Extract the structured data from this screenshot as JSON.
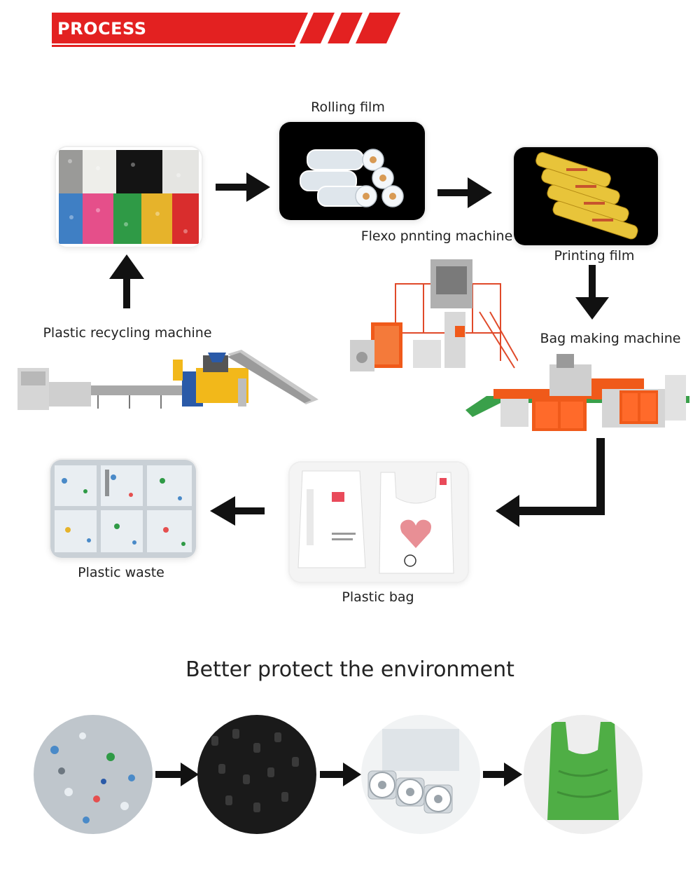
{
  "banner": {
    "title": "PROCESS",
    "color": "#e32121"
  },
  "steps": {
    "rolling_film": "Rolling film",
    "flexo_printing_machine": "Flexo pnnting machine",
    "printing_film": "Printing film",
    "bag_making_machine": "Bag making machine",
    "plastic_recycling_machine": "Plastic recycling machine",
    "plastic_waste": "Plastic waste",
    "plastic_bag": "Plastic bag"
  },
  "footer": {
    "title": "Better protect the environment"
  },
  "colors": {
    "accent_red": "#e32121",
    "machine_orange": "#f05a1a",
    "arrow": "#111111"
  }
}
